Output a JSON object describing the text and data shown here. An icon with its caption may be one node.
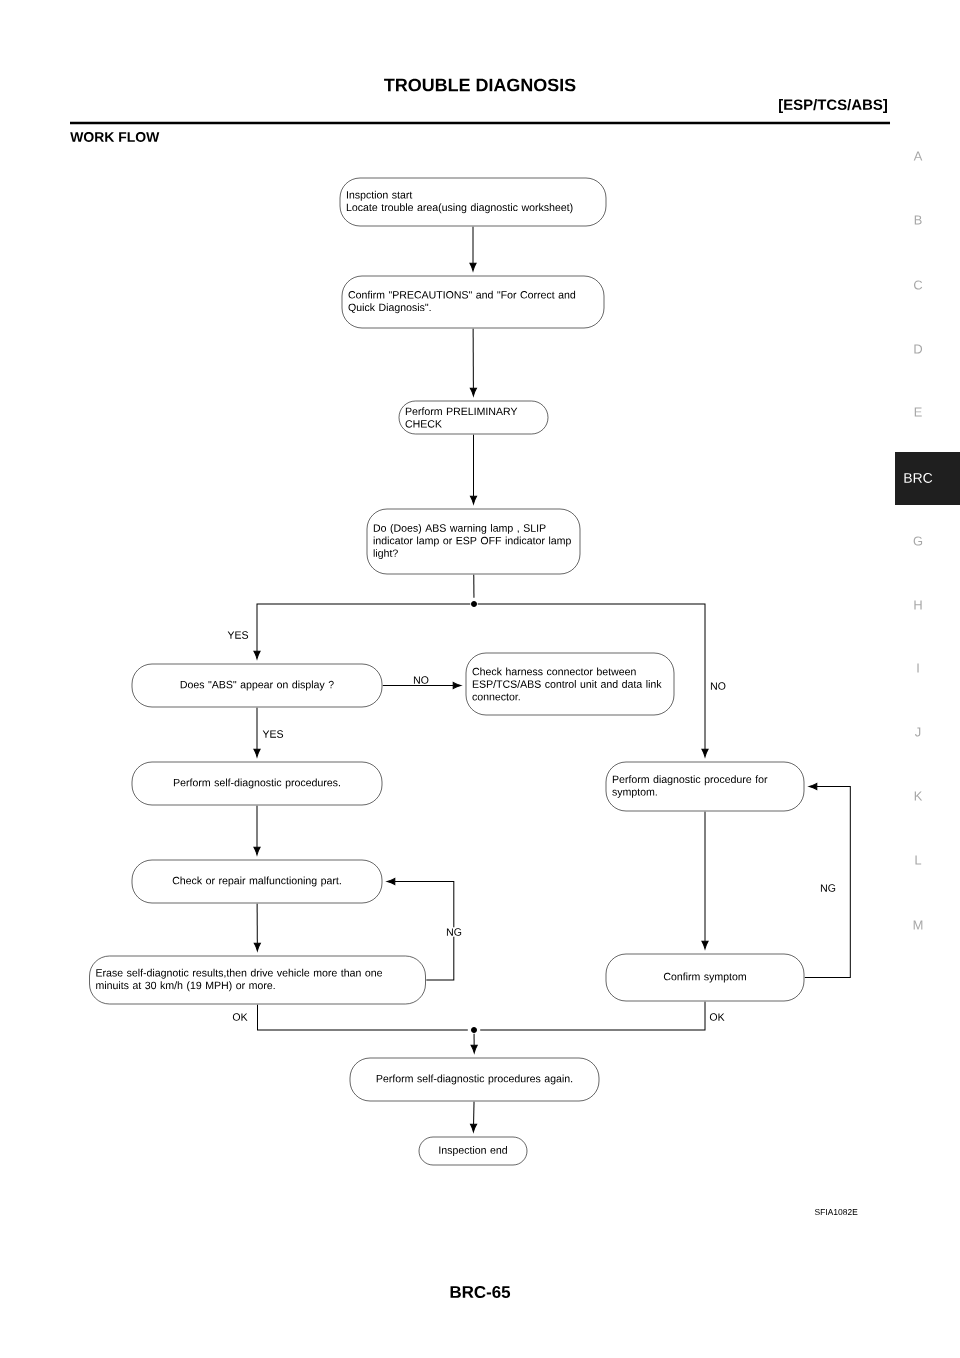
{
  "diagram": {
    "title": "TROUBLE DIAGNOSIS",
    "nodes": [
      {
        "text": [
          "Inspction start",
          "Locate trouble area(using diagnostic worksheet)"
        ]
      },
      {
        "text": [
          "Confirm \"PRECAUTIONS\" and \"For Correct and Quick Diagnosis\"."
        ]
      },
      {
        "text": [
          "Perform PRELIMINARY CHECK"
        ]
      },
      {
        "text": [
          "Do (Does) ABS warning lamp , SLIP indicator lamp or ESP OFF indicator lamp light?"
        ]
      },
      {
        "text": [],
        "shape": "circle"
      },
      {
        "text": [
          "Does \"ABS\" appear on display ?"
        ]
      },
      {
        "text": [
          "Check harness connector between ESP/TCS/ABS control unit and data link connector."
        ]
      },
      {
        "text": [
          "Perform self-diagnostic procedures."
        ]
      },
      {
        "text": [
          "Perform diagnostic procedure for symptom."
        ]
      },
      {
        "text": [
          "Check or repair malfunctioning part."
        ]
      },
      {
        "text": [
          "Erase self-diagnotic results,then drive vehicle more than one minuits at 30 km/h (19 MPH) or more."
        ]
      },
      {
        "text": [
          "Confirm symptom"
        ]
      },
      {
        "text": [],
        "shape": "circle"
      },
      {
        "text": [
          "Perform self-diagnostic procedures again."
        ]
      },
      {
        "text": [
          "Inspection end"
        ]
      }
    ],
    "edges": [
      {
        "from": 0,
        "to": 1,
        "arrow": "to"
      },
      {
        "from": 1,
        "to": 2,
        "arrow": "to"
      },
      {
        "from": 2,
        "to": 3,
        "arrow": "to"
      },
      {
        "from": 3,
        "to": 4,
        "arrow": "none"
      },
      {
        "from": 4,
        "to": 5,
        "arrow": "to",
        "label": "YES"
      },
      {
        "from": 4,
        "to": 8,
        "arrow": "to",
        "label": "NO"
      },
      {
        "from": 5,
        "to": 6,
        "arrow": "to",
        "label": "NO"
      },
      {
        "from": 5,
        "to": 7,
        "arrow": "to",
        "label": "YES"
      },
      {
        "from": 7,
        "to": 9,
        "arrow": "to"
      },
      {
        "from": 9,
        "to": 10,
        "arrow": "to"
      },
      {
        "from": 10,
        "to": 9,
        "arrow": "to",
        "label": "NG"
      },
      {
        "from": 8,
        "to": 11,
        "arrow": "to"
      },
      {
        "from": 11,
        "to": 8,
        "arrow": "to",
        "label": "NG"
      },
      {
        "from": 10,
        "to": 12,
        "arrow": "none",
        "label": "OK"
      },
      {
        "from": 11,
        "to": 12,
        "arrow": "none",
        "label": "OK"
      },
      {
        "from": 12,
        "to": 13,
        "arrow": "to"
      },
      {
        "from": 13,
        "to": 14,
        "arrow": "to"
      }
    ],
    "labels": [
      "[ESP/TCS/ABS]",
      "WORK FLOW",
      "A",
      "B",
      "C",
      "D",
      "E",
      "BRC",
      "G",
      "H",
      "I",
      "J",
      "K",
      "L",
      "M",
      "SFIA1082E",
      "BRC-65"
    ]
  }
}
